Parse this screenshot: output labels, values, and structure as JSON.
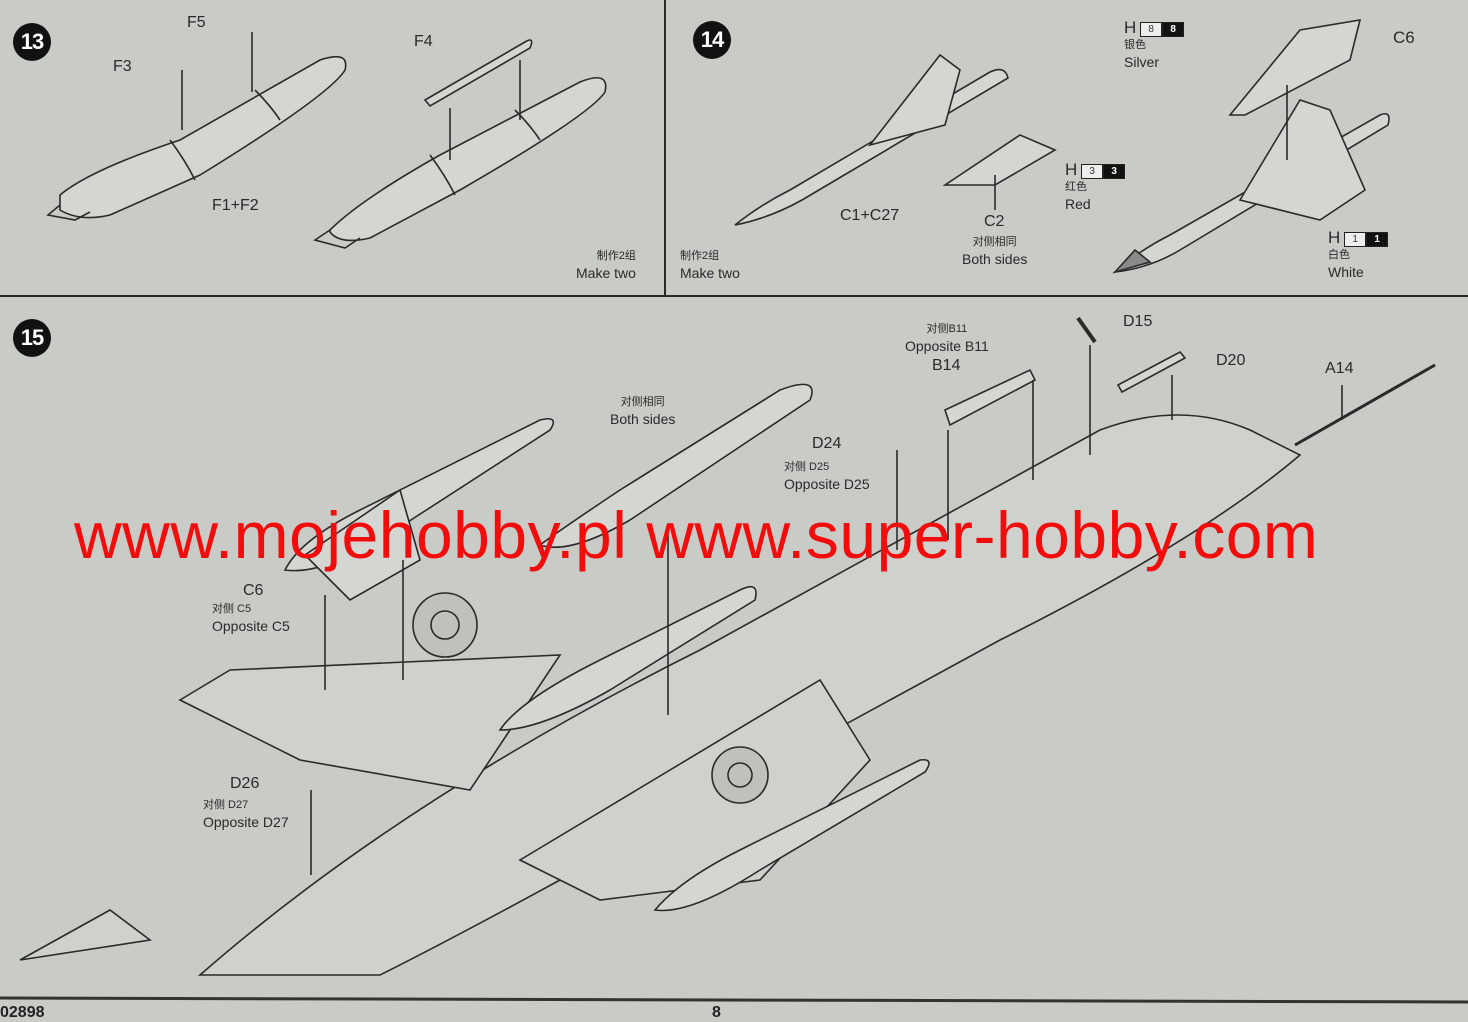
{
  "steps": [
    {
      "number": "13",
      "labels": {
        "f5": "F5",
        "f3": "F3",
        "f4": "F4",
        "f1f2": "F1+F2"
      },
      "note_cn": "制作2组",
      "note_en": "Make two"
    },
    {
      "number": "14",
      "labels": {
        "c1c27": "C1+C27",
        "c2": "C2",
        "c2_cn": "对侧相同",
        "c2_en": "Both sides",
        "c6": "C6"
      },
      "note_cn": "制作2组",
      "note_en": "Make two",
      "paints": [
        {
          "code": "H",
          "num": "8",
          "cn": "银色",
          "en": "Silver"
        },
        {
          "code": "H",
          "num": "3",
          "cn": "红色",
          "en": "Red"
        },
        {
          "code": "H",
          "num": "1",
          "cn": "白色",
          "en": "White"
        }
      ]
    },
    {
      "number": "15",
      "labels": {
        "b11_cn": "对侧B11",
        "b11_en": "Opposite B11",
        "b14": "B14",
        "d15": "D15",
        "d20": "D20",
        "a14": "A14",
        "both_cn": "对侧相同",
        "both_en": "Both sides",
        "d24": "D24",
        "d25_cn": "对侧 D25",
        "d25_en": "Opposite D25",
        "c6": "C6",
        "c5_cn": "对侧 C5",
        "c5_en": "Opposite C5",
        "d26": "D26",
        "d27_cn": "对侧 D27",
        "d27_en": "Opposite D27"
      }
    }
  ],
  "watermark": "www.mojehobby.pl www.super-hobby.com",
  "footer": {
    "code": "02898",
    "page": "8"
  }
}
